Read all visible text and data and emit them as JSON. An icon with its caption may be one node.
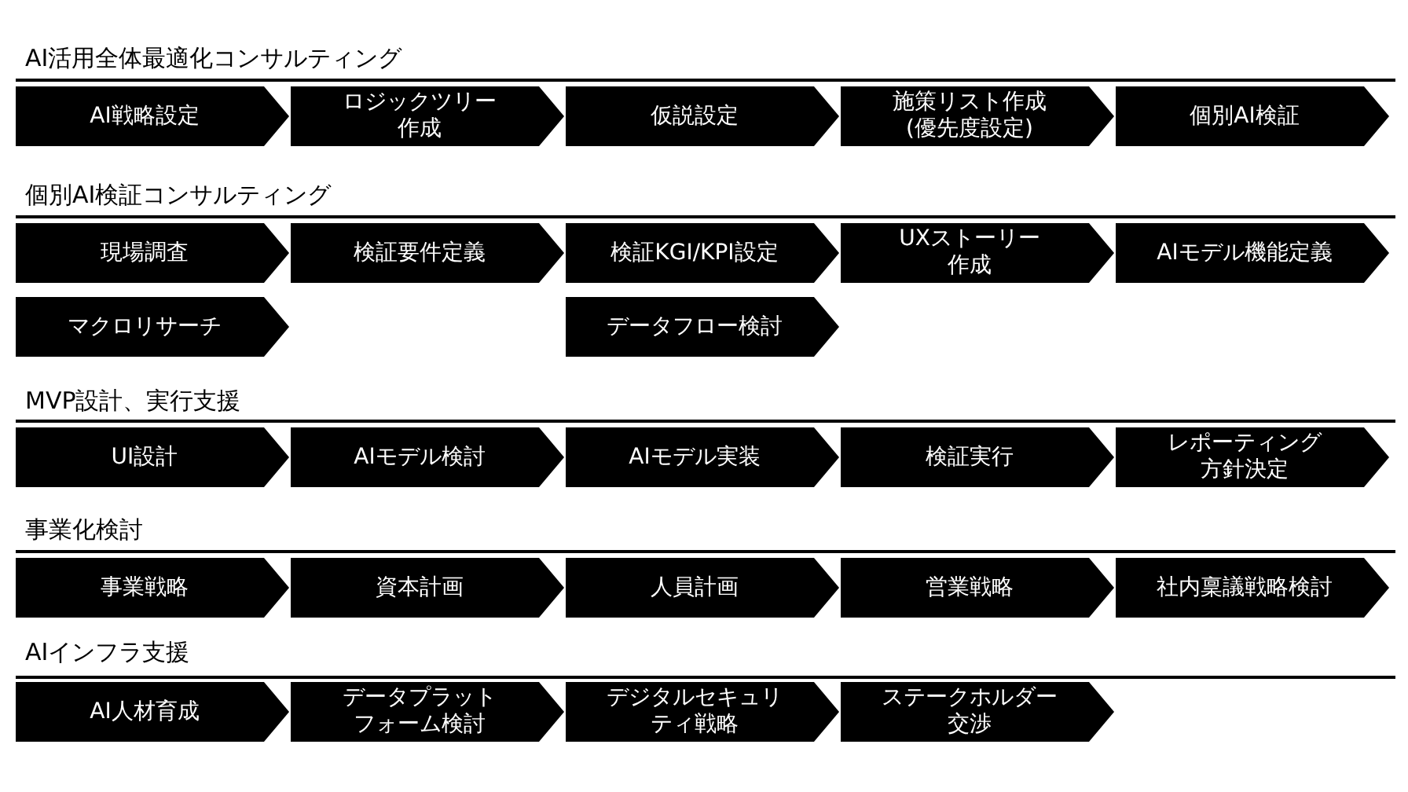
{
  "diagram": {
    "nodes": [
      {
        "text": [
          "AI戦略設定"
        ]
      },
      {
        "text": [
          "ロジックツリー作成"
        ]
      },
      {
        "text": [
          "仮説設定"
        ]
      },
      {
        "text": [
          "施策リスト作成(優先度設定)"
        ]
      },
      {
        "text": [
          "個別AI検証"
        ]
      },
      {
        "text": [
          "現場調査"
        ]
      },
      {
        "text": [
          "検証要件定義"
        ]
      },
      {
        "text": [
          "検証KGI/KPI設定"
        ]
      },
      {
        "text": [
          "UXストーリー作成"
        ]
      },
      {
        "text": [
          "AIモデル機能定義"
        ]
      },
      {
        "text": [
          "マクロリサーチ"
        ]
      },
      {
        "text": [
          "データフロー検討"
        ]
      },
      {
        "text": [
          "UI設計"
        ]
      },
      {
        "text": [
          "AIモデル検討"
        ]
      },
      {
        "text": [
          "AIモデル実装"
        ]
      },
      {
        "text": [
          "検証実行"
        ]
      },
      {
        "text": [
          "レポーティング方針決定"
        ]
      },
      {
        "text": [
          "事業戦略"
        ]
      },
      {
        "text": [
          "資本計画"
        ]
      },
      {
        "text": [
          "人員計画"
        ]
      },
      {
        "text": [
          "営業戦略"
        ]
      },
      {
        "text": [
          "社内稟議戦略検討"
        ]
      },
      {
        "text": [
          "AI人材育成"
        ]
      },
      {
        "text": [
          "データプラットフォーム検討"
        ]
      },
      {
        "text": [
          "デジタルセキュリティ戦略"
        ]
      },
      {
        "text": [
          "ステークホルダー交渉"
        ]
      }
    ],
    "labels": [
      "AI活用全体最適化コンサルティング",
      "個別AI検証コンサルティング",
      "MVP設計、実行支援",
      "事業化検討",
      "AIインフラ支援"
    ]
  }
}
